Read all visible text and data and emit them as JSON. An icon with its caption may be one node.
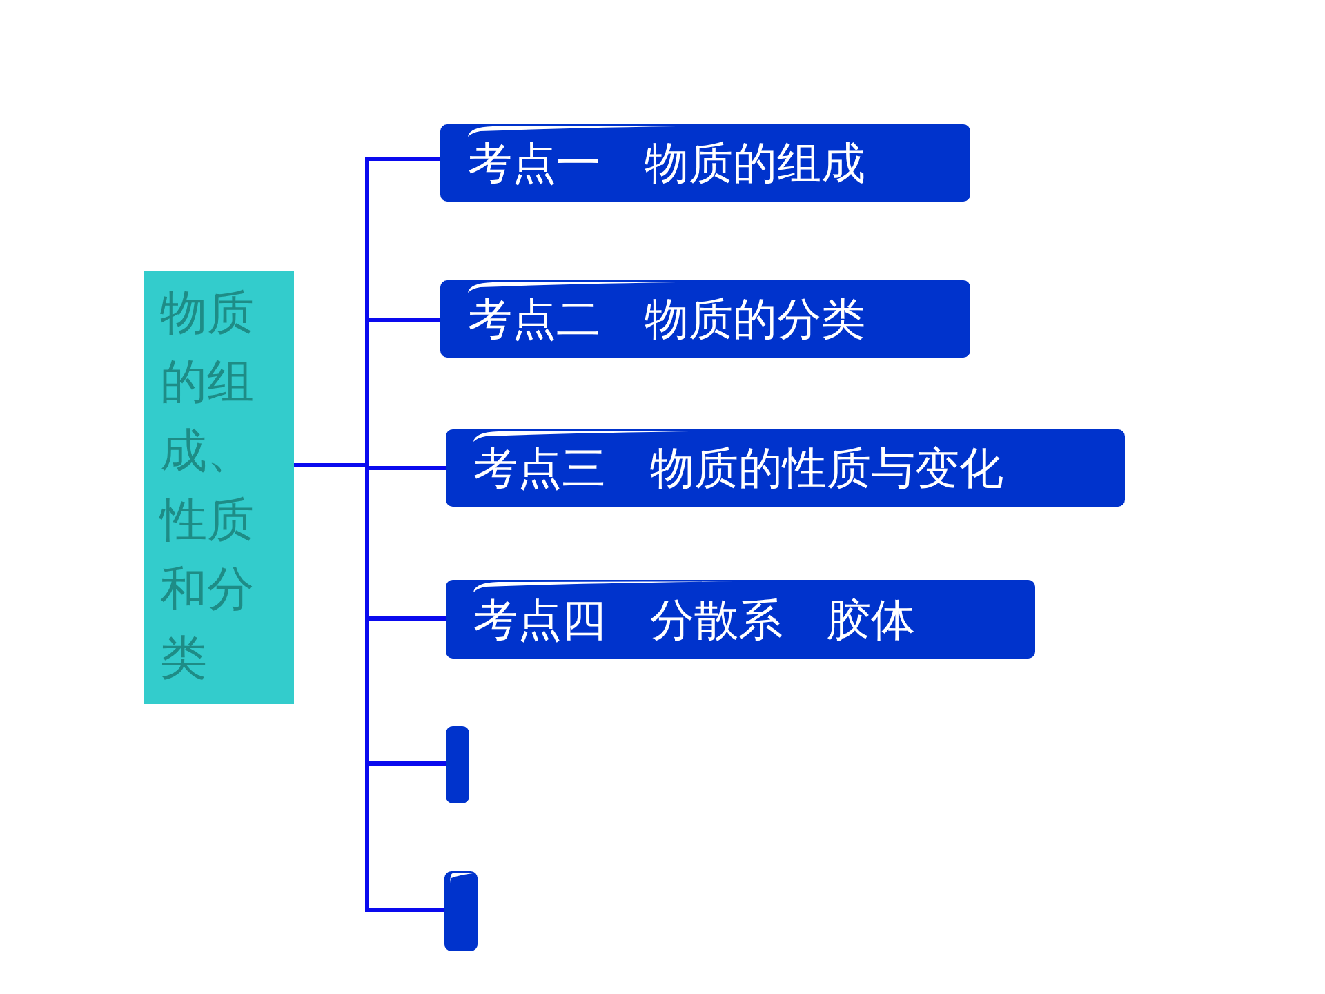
{
  "diagram": {
    "nodes": [
      {
        "text": [
          "物质的组成、性质和分类"
        ]
      },
      {
        "text": [
          "考点一　物质的组成"
        ]
      },
      {
        "text": [
          "考点二　物质的分类"
        ]
      },
      {
        "text": [
          "考点三　物质的性质与变化"
        ]
      },
      {
        "text": [
          "考点四　分散系　胶体"
        ]
      },
      {
        "text": [],
        "shape": "box"
      },
      {
        "text": [],
        "shape": "box"
      }
    ],
    "edges": [
      {
        "from": 0,
        "to": 1,
        "arrow": "none"
      },
      {
        "from": 0,
        "to": 2,
        "arrow": "none"
      },
      {
        "from": 0,
        "to": 3,
        "arrow": "none"
      },
      {
        "from": 0,
        "to": 4,
        "arrow": "none"
      },
      {
        "from": 0,
        "to": 5,
        "arrow": "none"
      },
      {
        "from": 0,
        "to": 6,
        "arrow": "none"
      }
    ]
  }
}
